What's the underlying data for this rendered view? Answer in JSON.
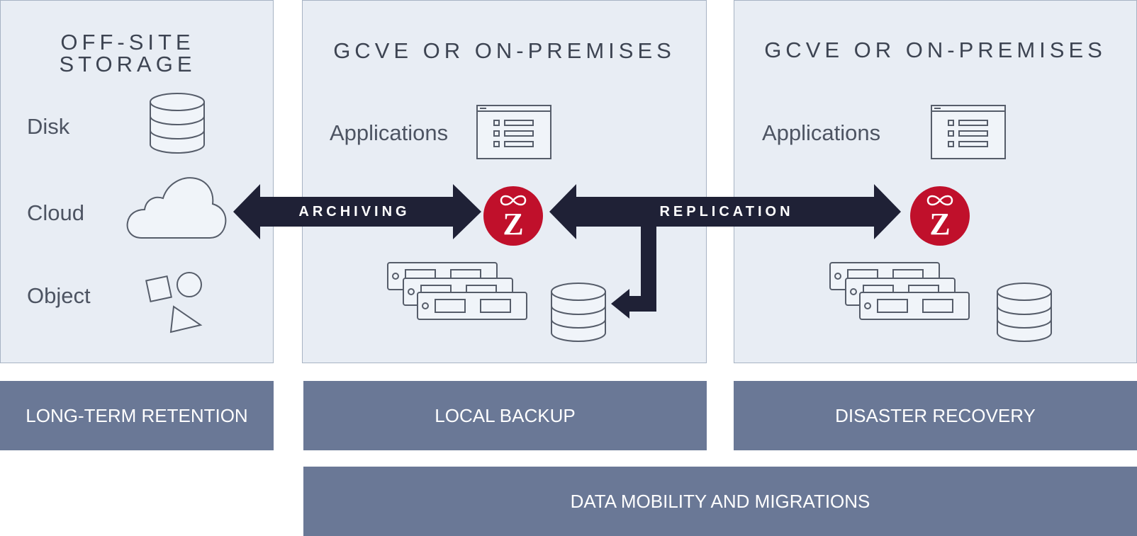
{
  "panels": {
    "offsite": {
      "title": "OFF-SITE\nSTORAGE",
      "rows": [
        "Disk",
        "Cloud",
        "Object"
      ]
    },
    "local": {
      "title": "GCVE OR ON-PREMISES",
      "apps_label": "Applications"
    },
    "remote": {
      "title": "GCVE OR ON-PREMISES",
      "apps_label": "Applications"
    }
  },
  "arrows": {
    "archiving": "ARCHIVING",
    "replication": "REPLICATION"
  },
  "bands": {
    "long_term": "LONG-TERM RETENTION",
    "local_backup": "LOCAL BACKUP",
    "disaster_recovery": "DISASTER RECOVERY",
    "data_mobility": "DATA MOBILITY AND MIGRATIONS"
  },
  "logo": {
    "letter": "Z"
  },
  "colors": {
    "panel_bg": "#e8edf4",
    "band_bg": "#6a7896",
    "arrow": "#1f2136",
    "logo_red": "#c0102b"
  }
}
